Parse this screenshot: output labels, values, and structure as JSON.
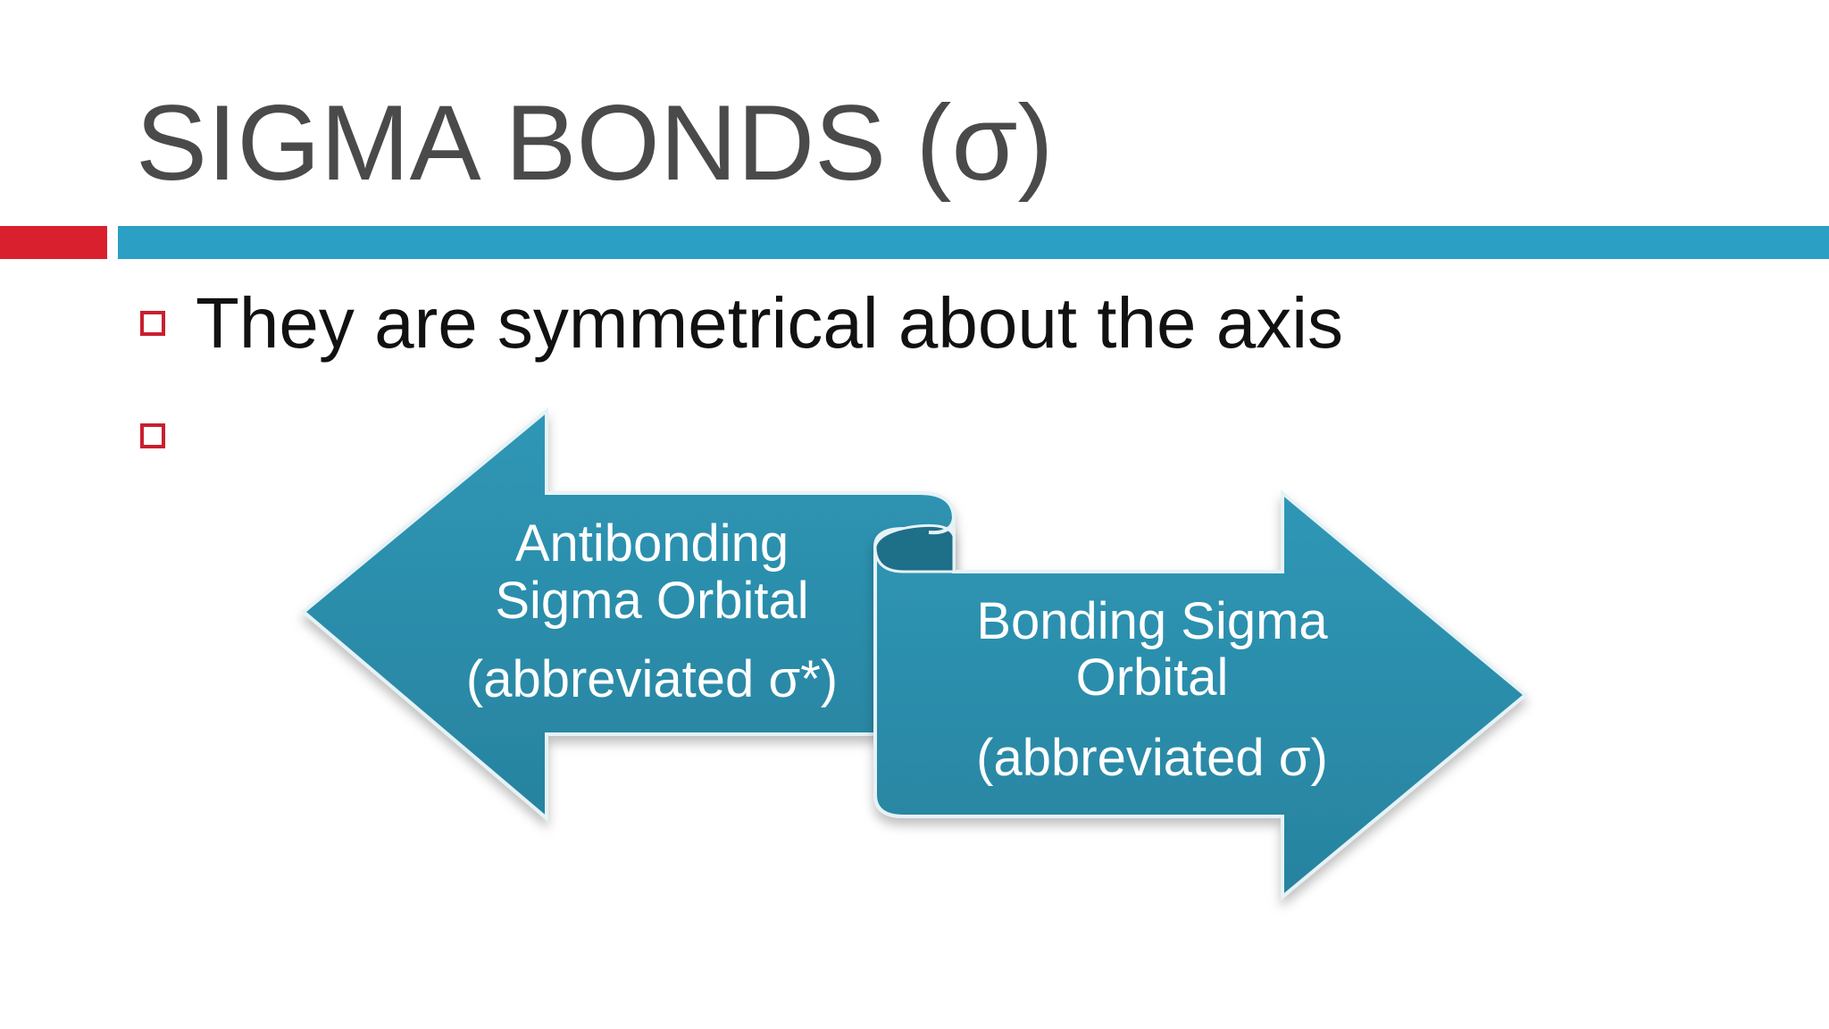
{
  "slide": {
    "title": "SIGMA BONDS (σ)",
    "bullets": [
      {
        "text": "They are symmetrical about the axis"
      },
      {
        "text": ""
      }
    ]
  },
  "diagram": {
    "left_arrow": {
      "lines": [
        "Antibonding",
        "Sigma Orbital",
        "(abbreviated σ*)"
      ]
    },
    "right_arrow": {
      "lines": [
        "Bonding Sigma",
        "Orbital",
        "(abbreviated σ)"
      ]
    }
  },
  "colors": {
    "title": "#4a4a4a",
    "accent_red": "#d9202e",
    "accent_blue": "#2ba0c4",
    "arrow_fill": "#2b8fae",
    "arrow_fold": "#1e6f88"
  }
}
